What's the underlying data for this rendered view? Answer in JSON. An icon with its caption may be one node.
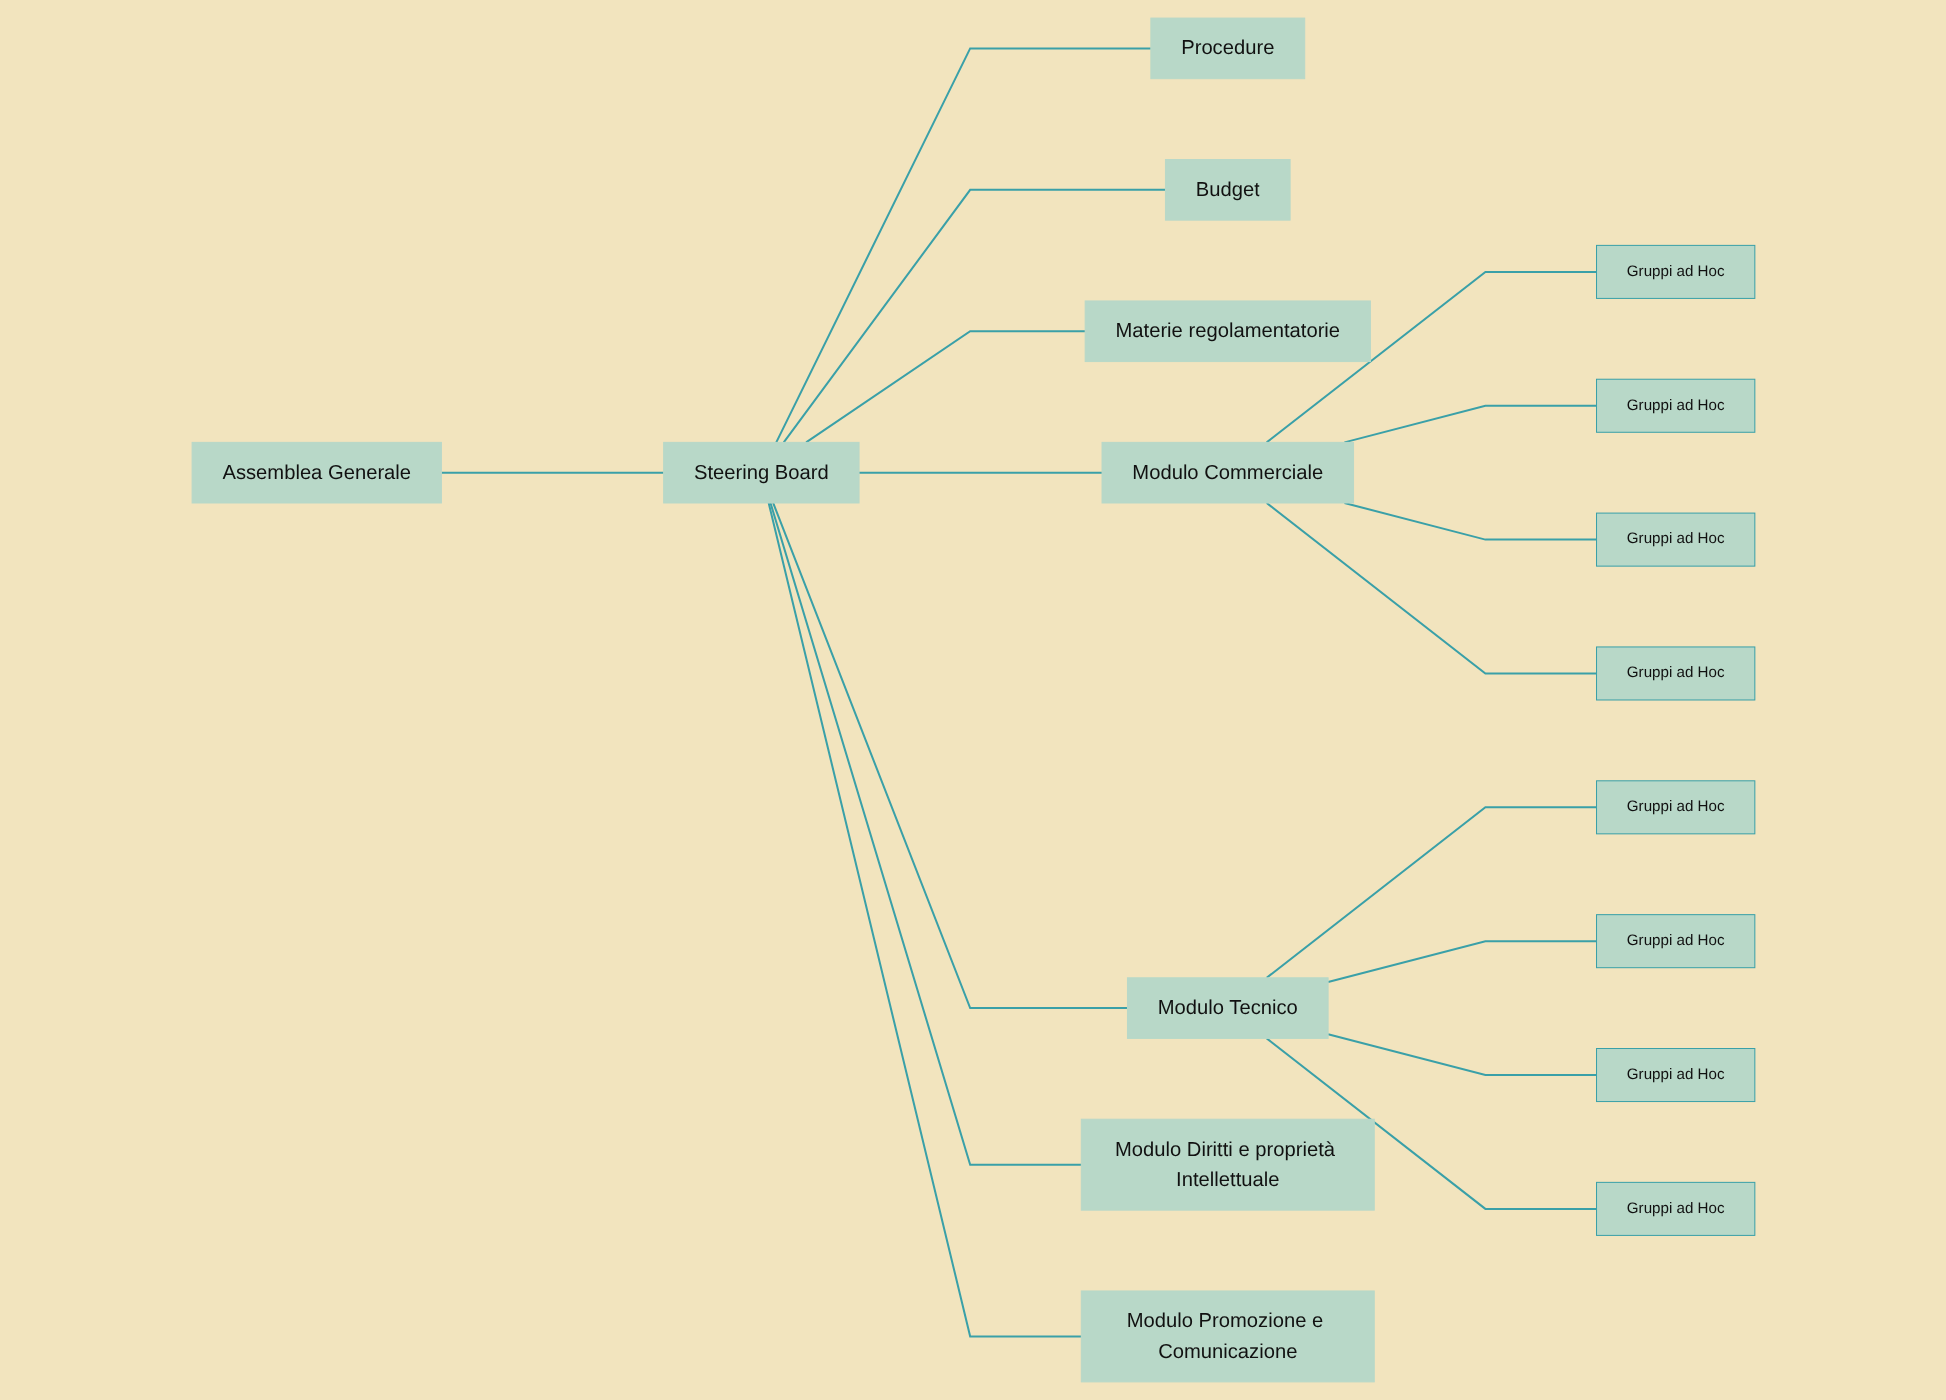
{
  "diagram": {
    "nodes": [
      {
        "text": [
          "Assemblea Generale"
        ]
      },
      {
        "text": [
          "Steering Board"
        ]
      },
      {
        "text": [
          "Procedure"
        ]
      },
      {
        "text": [
          "Budget"
        ]
      },
      {
        "text": [
          "Materie regolamentatorie"
        ]
      },
      {
        "text": [
          "Modulo Commerciale"
        ]
      },
      {
        "text": [
          "Gruppi ad Hoc"
        ]
      },
      {
        "text": [
          "Gruppi ad Hoc"
        ]
      },
      {
        "text": [
          "Gruppi ad Hoc"
        ]
      },
      {
        "text": [
          "Gruppi ad Hoc"
        ]
      },
      {
        "text": [
          "Modulo Tecnico"
        ]
      },
      {
        "text": [
          "Gruppi ad Hoc"
        ]
      },
      {
        "text": [
          "Gruppi ad Hoc"
        ]
      },
      {
        "text": [
          "Gruppi ad Hoc"
        ]
      },
      {
        "text": [
          "Gruppi ad Hoc"
        ]
      },
      {
        "text": [
          "Modulo Diritti e proprietà Intellettuale"
        ]
      },
      {
        "text": [
          "Modulo Promozione e Comunicazione"
        ]
      }
    ],
    "edges": [
      {
        "from": 0,
        "to": 1,
        "arrow": "none"
      },
      {
        "from": 1,
        "to": 2,
        "arrow": "none"
      },
      {
        "from": 1,
        "to": 3,
        "arrow": "none"
      },
      {
        "from": 1,
        "to": 4,
        "arrow": "none"
      },
      {
        "from": 1,
        "to": 5,
        "arrow": "none"
      },
      {
        "from": 1,
        "to": 10,
        "arrow": "none"
      },
      {
        "from": 1,
        "to": 15,
        "arrow": "none"
      },
      {
        "from": 1,
        "to": 16,
        "arrow": "none"
      },
      {
        "from": 5,
        "to": 6,
        "arrow": "none"
      },
      {
        "from": 5,
        "to": 7,
        "arrow": "none"
      },
      {
        "from": 5,
        "to": 8,
        "arrow": "none"
      },
      {
        "from": 5,
        "to": 9,
        "arrow": "none"
      },
      {
        "from": 10,
        "to": 11,
        "arrow": "none"
      },
      {
        "from": 10,
        "to": 12,
        "arrow": "none"
      },
      {
        "from": 10,
        "to": 13,
        "arrow": "none"
      },
      {
        "from": 10,
        "to": 14,
        "arrow": "none"
      }
    ]
  }
}
